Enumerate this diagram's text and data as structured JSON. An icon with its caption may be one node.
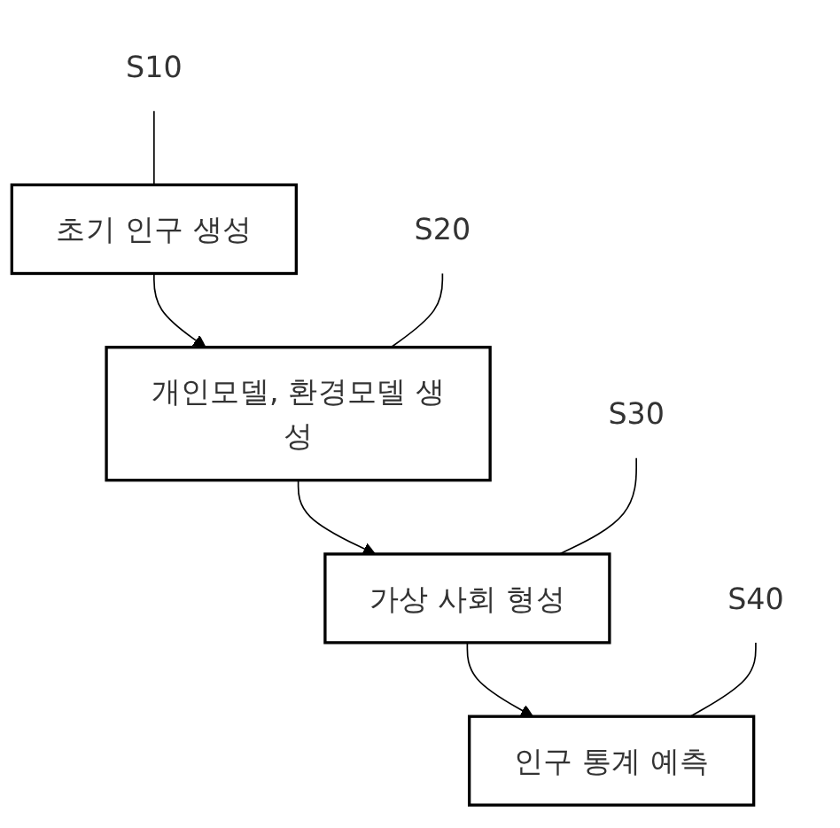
{
  "diagram": {
    "nodes": [
      {
        "text": [
          "초기 인구 생성"
        ]
      },
      {
        "text": [
          "S10"
        ]
      },
      {
        "text": [
          "개인모델, 환경모델 생성"
        ]
      },
      {
        "text": [
          "S20"
        ]
      },
      {
        "text": [
          "가상 사회 형성"
        ]
      },
      {
        "text": [
          "S30"
        ]
      },
      {
        "text": [
          "인구 통계 예측"
        ]
      },
      {
        "text": [
          "S40"
        ]
      }
    ],
    "edges": [
      {
        "from": 1,
        "to": 0,
        "arrow": "none"
      },
      {
        "from": 0,
        "to": 2,
        "arrow": "to"
      },
      {
        "from": 3,
        "to": 2,
        "arrow": "none"
      },
      {
        "from": 2,
        "to": 4,
        "arrow": "to"
      },
      {
        "from": 5,
        "to": 4,
        "arrow": "none"
      },
      {
        "from": 4,
        "to": 6,
        "arrow": "to"
      },
      {
        "from": 7,
        "to": 6,
        "arrow": "none"
      }
    ]
  }
}
